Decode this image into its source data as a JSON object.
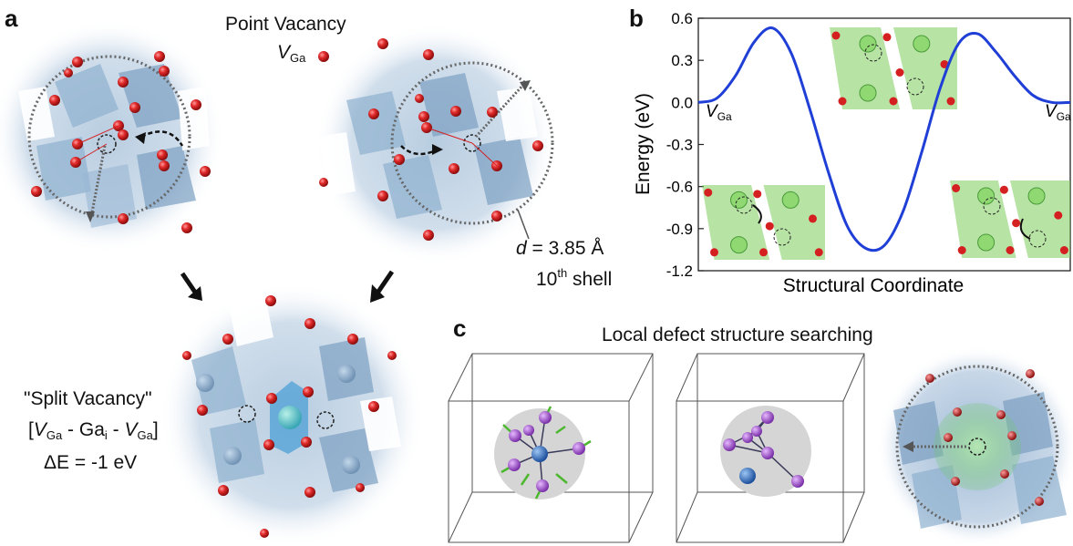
{
  "panel_a": {
    "letter": "a",
    "title": "Point Vacancy",
    "vacancy_symbol": "V",
    "vacancy_sub": "Ga",
    "shell_distance_prefix": "d",
    "shell_distance_value": "= 3.85 Å",
    "shell_number": "10",
    "shell_suffix": "th",
    "shell_word": "shell",
    "split_title": "\"Split Vacancy\"",
    "split_formula_open": "[",
    "split_v1": "V",
    "split_v1_sub": "Ga",
    "split_mid": " - Ga",
    "split_mid_sub": "i",
    "split_dash": " - ",
    "split_v2": "V",
    "split_v2_sub": "Ga",
    "split_formula_close": "]",
    "delta_e": "ΔE = -1 eV"
  },
  "panel_b": {
    "letter": "b",
    "vacancy_left": "V",
    "vacancy_left_sub": "Ga",
    "vacancy_right": "V",
    "vacancy_right_sub": "Ga"
  },
  "panel_c": {
    "letter": "c",
    "title": "Local defect structure searching"
  },
  "colors": {
    "curve": "#1f3fd6",
    "oxygen": "#d42020",
    "gallium_blue": "#7fa3c8",
    "octahedra_green": "#7ccc5a",
    "purple_atom": "#9b4fc4",
    "blue_atom": "#2f6fc0",
    "arrow_green": "#4cb82e"
  },
  "chart_data": {
    "type": "line",
    "title": "",
    "xlabel": "Structural Coordinate",
    "ylabel": "Energy (eV)",
    "ylim": [
      -1.2,
      0.6
    ],
    "yticks": [
      0.6,
      0.3,
      0.0,
      -0.3,
      -0.6,
      -0.9,
      -1.2
    ],
    "ytick_labels": [
      "0.6",
      "0.3",
      "0.0",
      "-0.3",
      "-0.6",
      "-0.9",
      "-1.2"
    ],
    "xlim": [
      0,
      1
    ],
    "grid": false,
    "series": [
      {
        "x": [
          0.0,
          0.05,
          0.1,
          0.15,
          0.2,
          0.25,
          0.3,
          0.35,
          0.4,
          0.45,
          0.5,
          0.55,
          0.6,
          0.65,
          0.7,
          0.75,
          0.8,
          0.85,
          0.9,
          0.95,
          1.0
        ],
        "values": [
          0.0,
          0.03,
          0.19,
          0.43,
          0.53,
          0.35,
          -0.05,
          -0.5,
          -0.88,
          -1.04,
          -1.02,
          -0.78,
          -0.36,
          0.1,
          0.42,
          0.49,
          0.36,
          0.19,
          0.05,
          0.0,
          0.0
        ]
      }
    ]
  }
}
